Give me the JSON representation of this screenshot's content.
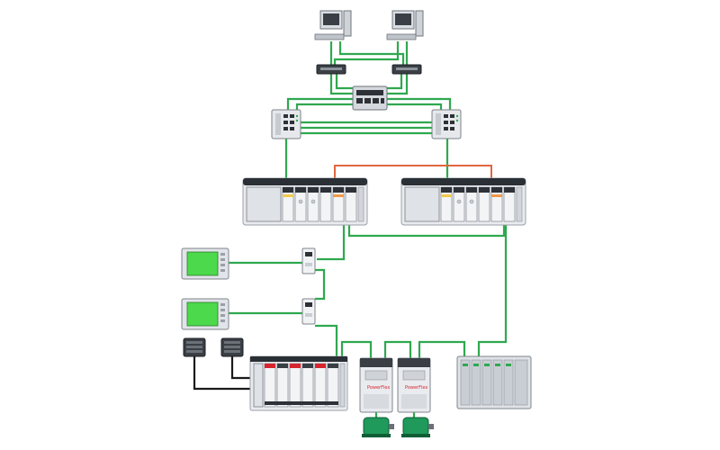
{
  "diagram": {
    "nodes": [
      {
        "id": "workstation-1",
        "kind": "workstation"
      },
      {
        "id": "workstation-2",
        "kind": "workstation"
      },
      {
        "id": "switch-1",
        "kind": "network-switch"
      },
      {
        "id": "switch-2",
        "kind": "network-switch"
      },
      {
        "id": "core-switch",
        "kind": "managed-switch"
      },
      {
        "id": "stratix-1",
        "kind": "industrial-switch"
      },
      {
        "id": "stratix-2",
        "kind": "industrial-switch"
      },
      {
        "id": "controller-1",
        "kind": "controllogix-chassis"
      },
      {
        "id": "controller-2",
        "kind": "controllogix-chassis"
      },
      {
        "id": "hmi-1",
        "kind": "hmi-panel"
      },
      {
        "id": "hmi-2",
        "kind": "hmi-panel"
      },
      {
        "id": "tap-1",
        "kind": "network-tap"
      },
      {
        "id": "tap-2",
        "kind": "network-tap"
      },
      {
        "id": "io-block-1",
        "kind": "distributed-io"
      },
      {
        "id": "io-block-2",
        "kind": "distributed-io"
      },
      {
        "id": "remote-io-chassis",
        "kind": "io-chassis"
      },
      {
        "id": "drive-1",
        "kind": "powerflex-drive"
      },
      {
        "id": "drive-2",
        "kind": "powerflex-drive"
      },
      {
        "id": "motor-1",
        "kind": "motor"
      },
      {
        "id": "motor-2",
        "kind": "motor"
      },
      {
        "id": "point-io-rack",
        "kind": "point-io"
      }
    ],
    "drive_brand_label": "PowerFlex",
    "colors": {
      "network_link": "#2fa84f",
      "redundancy_link": "#e0673f",
      "io_cable": "#1a1a1a",
      "hmi_screen": "#4cd94c",
      "drive_accent": "#d6252f"
    }
  }
}
